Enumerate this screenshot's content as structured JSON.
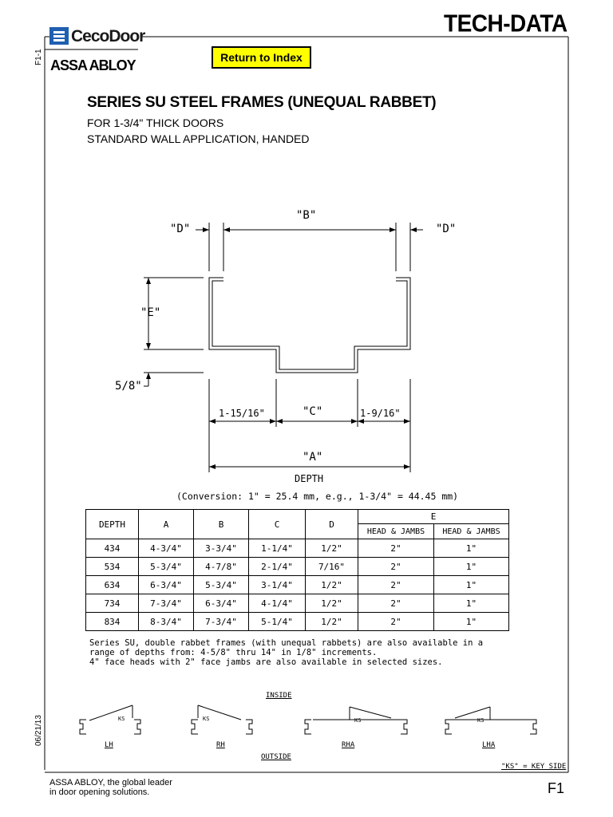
{
  "header": {
    "tech_data": "TECH-DATA",
    "brand_name": "CecoDoor",
    "parent_brand": "ASSA ABLOY",
    "return_button": "Return to Index",
    "side_code": "F1-1",
    "side_date": "06/21/13"
  },
  "document": {
    "title": "SERIES SU STEEL FRAMES (UNEQUAL RABBET)",
    "subtitle_1": "FOR 1-3/4\" THICK DOORS",
    "subtitle_2": "STANDARD WALL APPLICATION, HANDED"
  },
  "drawing": {
    "label_b": "\"B\"",
    "label_d_left": "\"D\"",
    "label_d_right": "\"D\"",
    "label_e": "\"E\"",
    "label_five_eighths": "5/8\"",
    "label_left_dim": "1-15/16\"",
    "label_c": "\"C\"",
    "label_right_dim": "1-9/16\"",
    "label_a": "\"A\"",
    "label_depth": "DEPTH",
    "conversion": "(Conversion: 1\" = 25.4 mm, e.g., 1-3/4\" = 44.45 mm)"
  },
  "table": {
    "headers": {
      "depth": "DEPTH",
      "a": "A",
      "b": "B",
      "c": "C",
      "d": "D",
      "e": "E",
      "e_sub_1": "HEAD & JAMBS",
      "e_sub_2": "HEAD & JAMBS"
    },
    "rows": [
      [
        "434",
        "4-3/4\"",
        "3-3/4\"",
        "1-1/4\"",
        "1/2\"",
        "2\"",
        "1\""
      ],
      [
        "534",
        "5-3/4\"",
        "4-7/8\"",
        "2-1/4\"",
        "7/16\"",
        "2\"",
        "1\""
      ],
      [
        "634",
        "6-3/4\"",
        "5-3/4\"",
        "3-1/4\"",
        "1/2\"",
        "2\"",
        "1\""
      ],
      [
        "734",
        "7-3/4\"",
        "6-3/4\"",
        "4-1/4\"",
        "1/2\"",
        "2\"",
        "1\""
      ],
      [
        "834",
        "8-3/4\"",
        "7-3/4\"",
        "5-1/4\"",
        "1/2\"",
        "2\"",
        "1\""
      ]
    ]
  },
  "notes": {
    "line_1": "Series SU, double rabbet frames (with unequal rabbets) are also available in a",
    "line_2": "range of depths from: 4-5/8\" thru 14\" in 1/8\" increments.",
    "line_3": "4\" face heads with 2\" face jambs are also available in selected sizes."
  },
  "handing": {
    "inside": "INSIDE",
    "outside": "OUTSIDE",
    "ks": "KS",
    "lh": "LH",
    "rh": "RH",
    "rha": "RHA",
    "lha": "LHA",
    "key_side_note": "\"KS\" = KEY SIDE"
  },
  "footer": {
    "tagline_1": "ASSA ABLOY, the global leader",
    "tagline_2": "in door opening solutions.",
    "page_number": "F1"
  },
  "colors": {
    "brand_blue": "#1f5fb0",
    "button_yellow": "#ffff00"
  }
}
